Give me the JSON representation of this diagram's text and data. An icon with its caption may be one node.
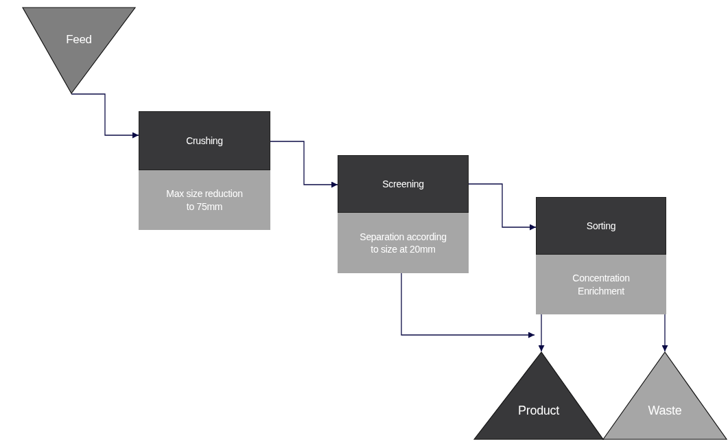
{
  "diagram": {
    "nodes": [
      {
        "text": [
          "Feed"
        ]
      },
      {
        "text": [
          "Crushing",
          "Max size reduction to 75mm"
        ]
      },
      {
        "text": [
          "Screening",
          "Separation according to size at 20mm"
        ]
      },
      {
        "text": [
          "Sorting",
          "Concentration Enrichment"
        ]
      },
      {
        "text": [
          "Product"
        ]
      },
      {
        "text": [
          "Waste"
        ]
      }
    ],
    "edges": [
      {
        "from": 0,
        "to": 1,
        "arrow": "to"
      },
      {
        "from": 1,
        "to": 2,
        "arrow": "to"
      },
      {
        "from": 2,
        "to": 3,
        "arrow": "to"
      },
      {
        "from": 2,
        "to": 4,
        "arrow": "to"
      },
      {
        "from": 3,
        "to": 4,
        "arrow": "to"
      },
      {
        "from": 3,
        "to": 5,
        "arrow": "to"
      }
    ]
  }
}
